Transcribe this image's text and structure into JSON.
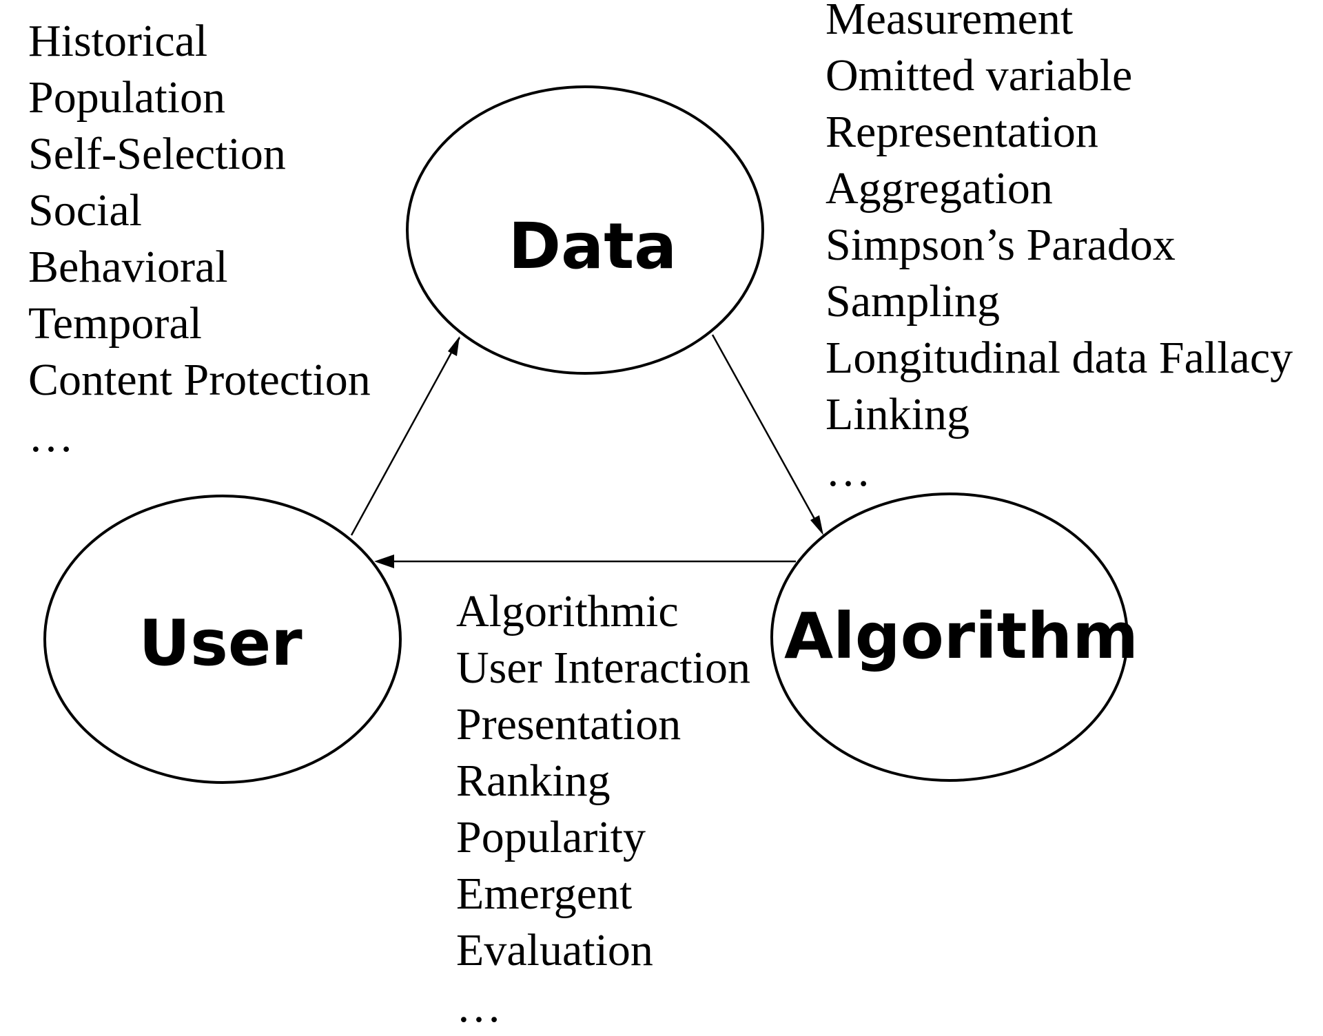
{
  "nodes": {
    "data": {
      "label": "Data"
    },
    "user": {
      "label": "User"
    },
    "algorithm": {
      "label": "Algorithm"
    }
  },
  "bias_lists": {
    "user_to_data": [
      "Historical",
      "Population",
      "Self-Selection",
      "Social",
      "Behavioral",
      "Temporal",
      "Content Protection",
      "…"
    ],
    "data_to_algorithm": [
      "Measurement",
      "Omitted variable",
      "Representation",
      "Aggregation",
      "Simpson’s Paradox",
      "Sampling",
      "Longitudinal data Fallacy",
      "Linking",
      "…"
    ],
    "algorithm_to_user": [
      "Algorithmic",
      "User Interaction",
      "Presentation",
      "Ranking",
      "Popularity",
      "Emergent",
      "Evaluation",
      "…"
    ]
  },
  "edges": [
    {
      "from": "user",
      "to": "data"
    },
    {
      "from": "data",
      "to": "algorithm"
    },
    {
      "from": "algorithm",
      "to": "user"
    }
  ]
}
